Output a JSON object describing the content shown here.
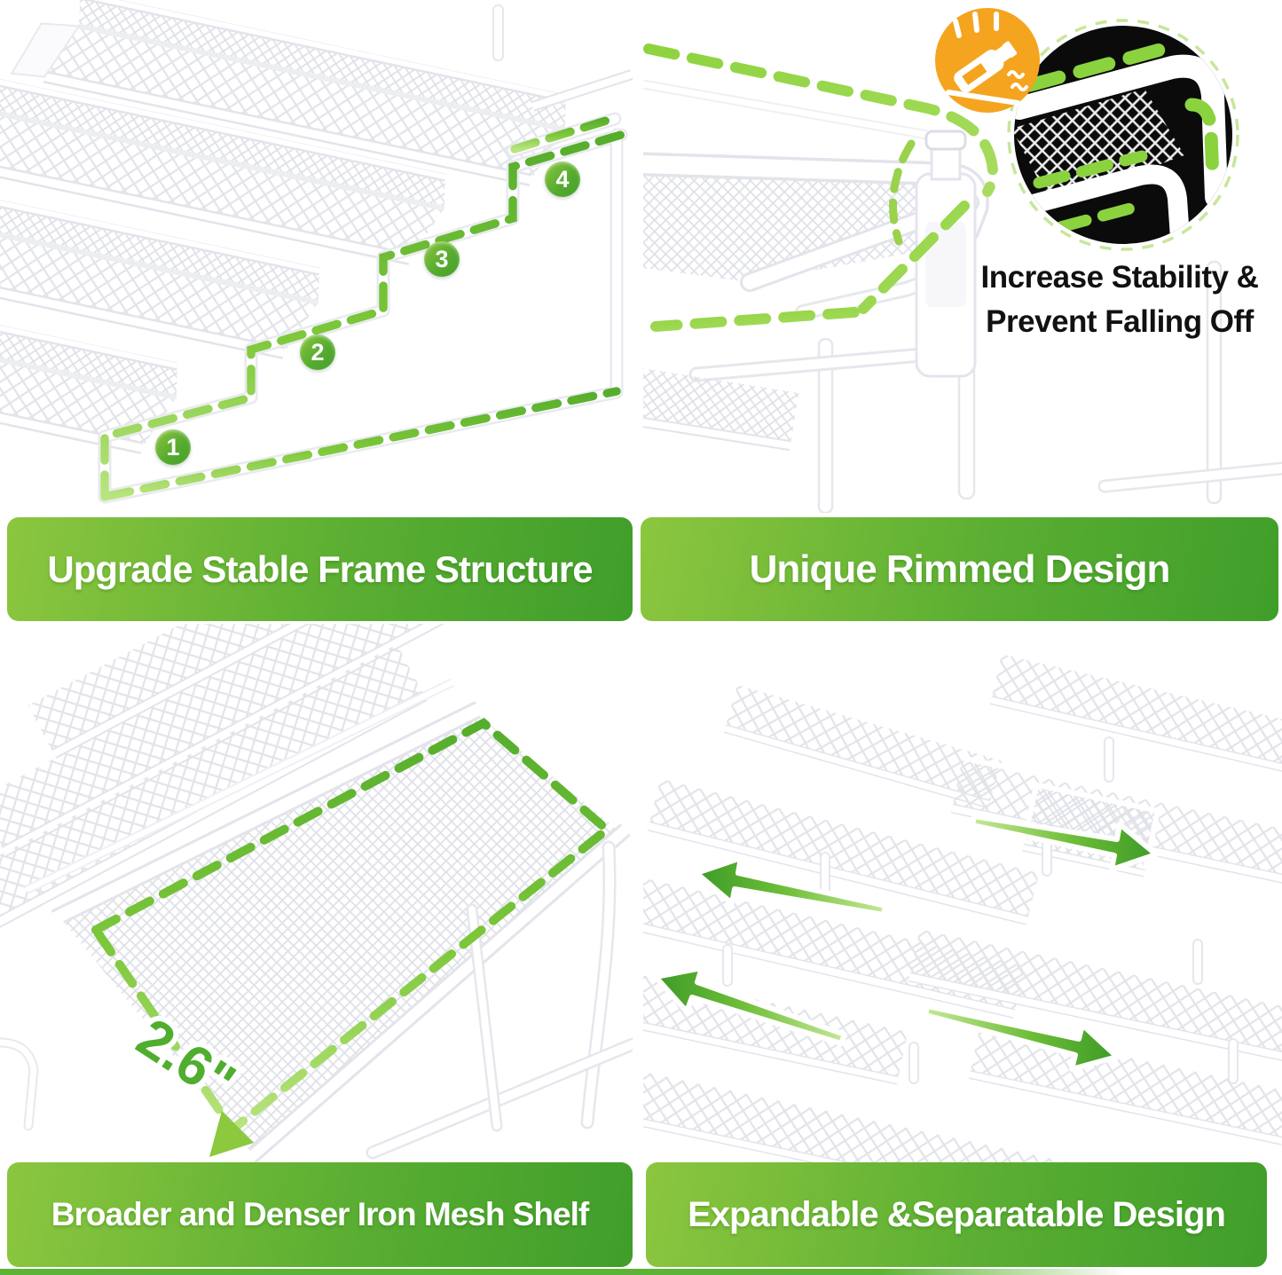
{
  "image": {
    "background": "#ffffff"
  },
  "colors": {
    "banner_green_light": "#8cc63f",
    "banner_green_dark": "#3f9e2a",
    "dash_green_light": "#b9e47f",
    "dash_green_dark": "#55ad2c",
    "badge_green": "#57ac2f",
    "arrow_green": "#3f9d28",
    "alert_orange": "#f5a41f",
    "magnifier_background": "#0b0b0b",
    "note_text": "#111111",
    "measurement_green": "#4fae2d",
    "product_outline": "#e3e4eb"
  },
  "icons": {
    "alert": "falling-bottle-icon",
    "magnifier": "magnifier-circle",
    "frame_outline": "dashed-frame-outline",
    "rim_outline": "dashed-rim-outline",
    "mesh_outline": "dashed-mesh-outline",
    "measure_arrow": "measure-arrow-icon",
    "expand_left": "expand-arrow-left",
    "expand_right": "expand-arrow-right"
  },
  "panels": [
    {
      "id": "frame-structure",
      "caption": "Upgrade Stable Frame Structure",
      "step_badges": [
        "1",
        "2",
        "3",
        "4"
      ]
    },
    {
      "id": "rimmed-design",
      "caption": "Unique Rimmed Design",
      "callout": {
        "line1": "Increase Stability &",
        "line2": "Prevent Falling Off"
      }
    },
    {
      "id": "mesh-shelf",
      "caption": "Broader and Denser Iron Mesh Shelf",
      "measurement": "2.6\""
    },
    {
      "id": "expandable",
      "caption": "Expandable &Separatable Design"
    }
  ]
}
